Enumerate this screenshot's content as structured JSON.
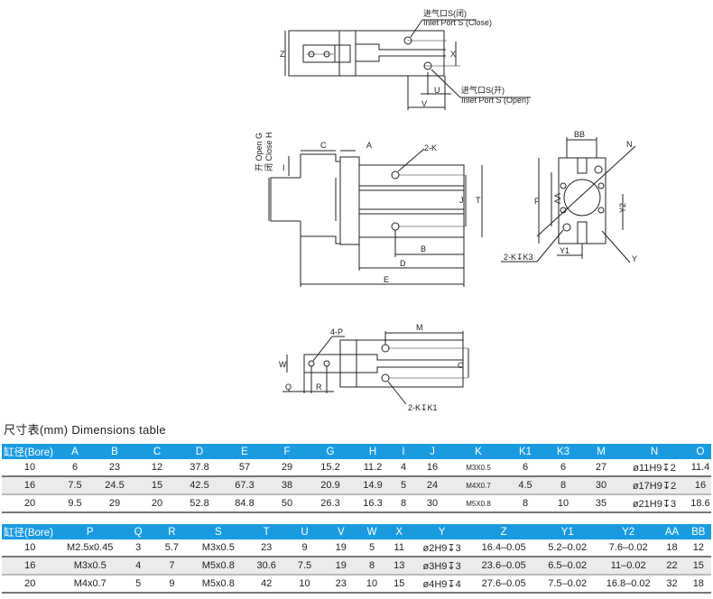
{
  "drawing": {
    "top_view": {
      "inlet_close_cn": "进气口S(闭)",
      "inlet_close_en": "Inlet Port S (Close)",
      "inlet_open_cn": "进气口S(开)",
      "inlet_open_en": "Inlet Port S (Open)",
      "labels": {
        "z": "Z",
        "x": "X",
        "u": "U",
        "v": "V"
      }
    },
    "side_view": {
      "open_label": "开 Open G",
      "close_label": "闭 Close H",
      "labels": {
        "c": "C",
        "a": "A",
        "k": "2-K",
        "i": "I",
        "j": "J",
        "t": "T",
        "b": "B",
        "d": "D",
        "e": "E"
      }
    },
    "end_view": {
      "labels": {
        "bb": "BB",
        "n": "N",
        "f": "F",
        "aa": "AA",
        "y2": "Y2",
        "k3": "2-K↧K3",
        "y1": "Y1",
        "y": "Y"
      }
    },
    "bottom_view": {
      "labels": {
        "p": "4-P",
        "m": "M",
        "w": "W",
        "o": "O",
        "q": "Q",
        "r": "R",
        "k1": "2-K↧K1"
      }
    }
  },
  "table_title": "尺寸表(mm)  Dimensions table",
  "table1": {
    "headers": [
      "缸径(Bore)",
      "A",
      "B",
      "C",
      "D",
      "E",
      "F",
      "G",
      "H",
      "I",
      "J",
      "K",
      "K1",
      "K3",
      "M",
      "N",
      "O"
    ],
    "rows": [
      [
        "10",
        "6",
        "23",
        "12",
        "37.8",
        "57",
        "29",
        "15.2",
        "11.2",
        "4",
        "16",
        "M3X0.5",
        "6",
        "6",
        "27",
        "ø11H9↧2",
        "11.4"
      ],
      [
        "16",
        "7.5",
        "24.5",
        "15",
        "42.5",
        "67.3",
        "38",
        "20.9",
        "14.9",
        "5",
        "24",
        "M4X0.7",
        "4.5",
        "8",
        "30",
        "ø17H9↧2",
        "16"
      ],
      [
        "20",
        "9.5",
        "29",
        "20",
        "52.8",
        "84.8",
        "50",
        "26.3",
        "16.3",
        "8",
        "30",
        "M5X0.8",
        "8",
        "10",
        "35",
        "ø21H9↧3",
        "18.6"
      ]
    ]
  },
  "table2": {
    "headers": [
      "缸径(Bore)",
      "P",
      "Q",
      "R",
      "S",
      "T",
      "U",
      "V",
      "W",
      "X",
      "Y",
      "Z",
      "Y1",
      "Y2",
      "AA",
      "BB"
    ],
    "rows": [
      [
        "10",
        "M2.5x0.45",
        "3",
        "5.7",
        "M3x0.5",
        "23",
        "9",
        "19",
        "5",
        "11",
        "ø2H9↧3",
        "16.4–0.05",
        "5.2–0.02",
        "7.6–0.02",
        "18",
        "12"
      ],
      [
        "16",
        "M3x0.5",
        "4",
        "7",
        "M5x0.8",
        "30.6",
        "7.5",
        "19",
        "8",
        "13",
        "ø3H9↧3",
        "23.6–0.05",
        "6.5–0.02",
        "11–0.02",
        "22",
        "15"
      ],
      [
        "20",
        "M4x0.7",
        "5",
        "9",
        "M5x0.8",
        "42",
        "10",
        "23",
        "10",
        "15",
        "ø4H9↧4",
        "27.6–0.05",
        "7.5–0.02",
        "16.8–0.02",
        "32",
        "18"
      ]
    ]
  },
  "colors": {
    "header_bg": "#1a9be0",
    "stripe": "#ebebeb"
  }
}
